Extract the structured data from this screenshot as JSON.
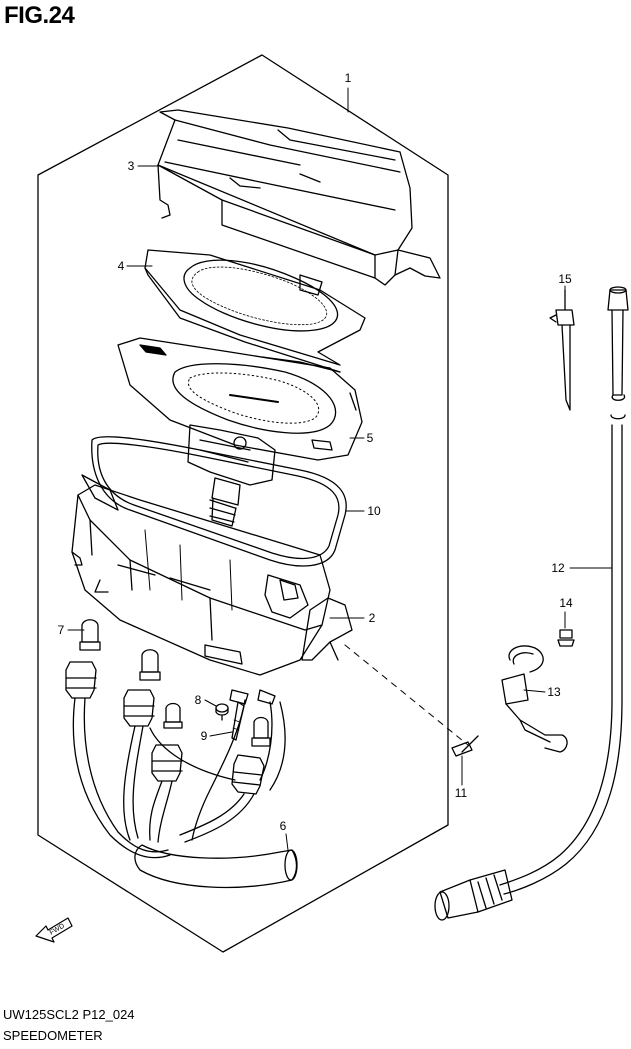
{
  "figure": {
    "title": "FIG.24"
  },
  "footer": {
    "code": "UW125SCL2 P12_024",
    "name": "SPEEDOMETER"
  },
  "fwd_label": "FWD",
  "callouts": [
    "1",
    "2",
    "3",
    "4",
    "5",
    "6",
    "7",
    "8",
    "9",
    "10",
    "11",
    "12",
    "13",
    "14",
    "15"
  ]
}
